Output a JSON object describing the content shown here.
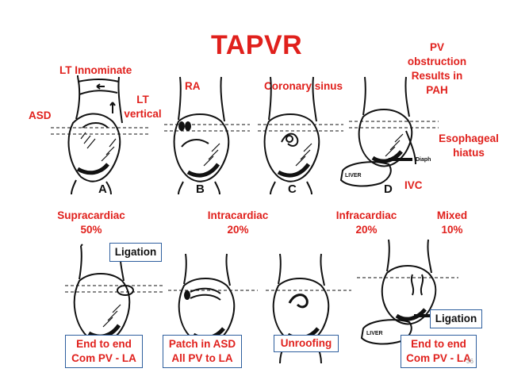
{
  "title": "TAPVR",
  "pv_note": {
    "lines": [
      "PV",
      "obstruction",
      "Results in",
      "PAH"
    ]
  },
  "labels": {
    "lt_innominate": "LT Innominate",
    "lt_vertical_1": "LT",
    "lt_vertical_2": "vertical",
    "asd": "ASD",
    "ra": "RA",
    "coronary_sinus": "Coronary sinus",
    "esophageal_1": "Esophageal",
    "esophageal_2": "hiatus",
    "ivc": "IVC",
    "liver_top": "LIVER",
    "liver_bottom": "LIVER",
    "diaph": "Diaph"
  },
  "figure_letters": [
    "A",
    "B",
    "C",
    "D"
  ],
  "types": [
    {
      "name": "Supracardiac",
      "pct": "50%"
    },
    {
      "name": "Intracardiac",
      "pct": "20%"
    },
    {
      "name": "Infracardiac",
      "pct": "20%"
    },
    {
      "name": "Mixed",
      "pct": "10%"
    }
  ],
  "ligation_labels": [
    "Ligation",
    "Ligation"
  ],
  "repairs": [
    {
      "line1": "End to end",
      "line2": "Com PV - LA"
    },
    {
      "line1": "Patch in ASD",
      "line2": "All PV to LA"
    },
    {
      "line1": "Unroofing",
      "line2": ""
    },
    {
      "line1": "End to end",
      "line2": "Com PV - LA"
    }
  ],
  "page_number": "36"
}
